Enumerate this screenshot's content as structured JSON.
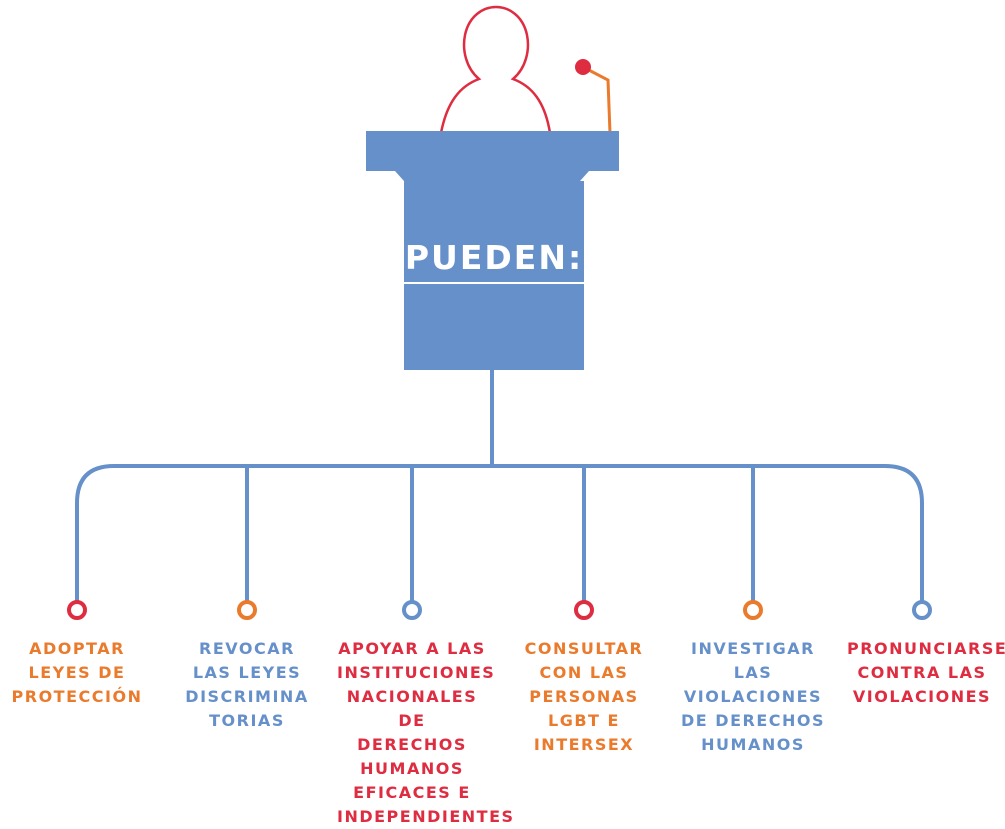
{
  "podium": {
    "title": "PUEDEN:"
  },
  "colors": {
    "blue": "#6690c9",
    "orange": "#ea7a2c",
    "red": "#de2d41",
    "podium_fill": "#6690c9"
  },
  "icons": [
    "speaker-person-icon",
    "microphone-icon"
  ],
  "branches": [
    {
      "label": "ADOPTAR\nLEYES DE\nPROTECCIÓN",
      "color": "orange",
      "node_color": "red"
    },
    {
      "label": "REVOCAR\nLAS LEYES\nDISCRIMINA\nTORIAS",
      "color": "blue",
      "node_color": "orange"
    },
    {
      "label": "APOYAR A LAS\nINSTITUCIONES\nNACIONALES DE\nDERECHOS\nHUMANOS\nEFICACES E\nINDEPENDIENTES",
      "color": "red",
      "node_color": "blue"
    },
    {
      "label": "CONSULTAR\nCON LAS\nPERSONAS\nLGBT E\nINTERSEX",
      "color": "orange",
      "node_color": "red"
    },
    {
      "label": "INVESTIGAR\nLAS\nVIOLACIONES\nDE DERECHOS\nHUMANOS",
      "color": "blue",
      "node_color": "orange"
    },
    {
      "label": "PRONUNCIARSE\nCONTRA LAS\nVIOLACIONES",
      "color": "red",
      "node_color": "blue"
    }
  ]
}
